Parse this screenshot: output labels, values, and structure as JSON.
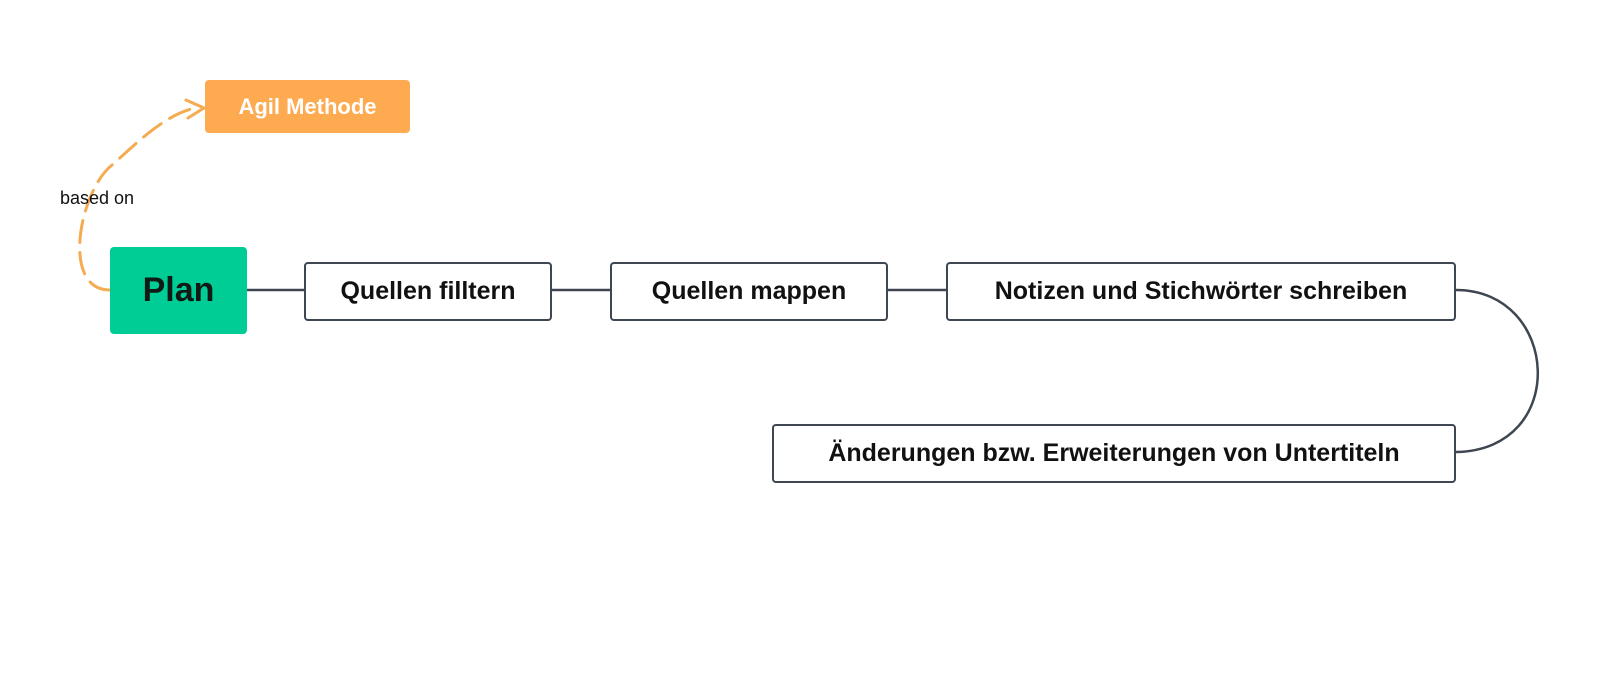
{
  "root": {
    "label": "Plan",
    "color": "#00cc96"
  },
  "floating_topic": {
    "label": "Agil Methode",
    "color": "#fdaa50"
  },
  "relationship": {
    "label": "based on",
    "color": "#f5ab52"
  },
  "topics": [
    {
      "label": "Quellen filltern"
    },
    {
      "label": "Quellen mappen"
    },
    {
      "label": "Notizen und Stichwörter schreiben"
    },
    {
      "label": "Änderungen bzw. Erweiterungen von Untertiteln"
    }
  ],
  "connector_color": "#3d4651"
}
